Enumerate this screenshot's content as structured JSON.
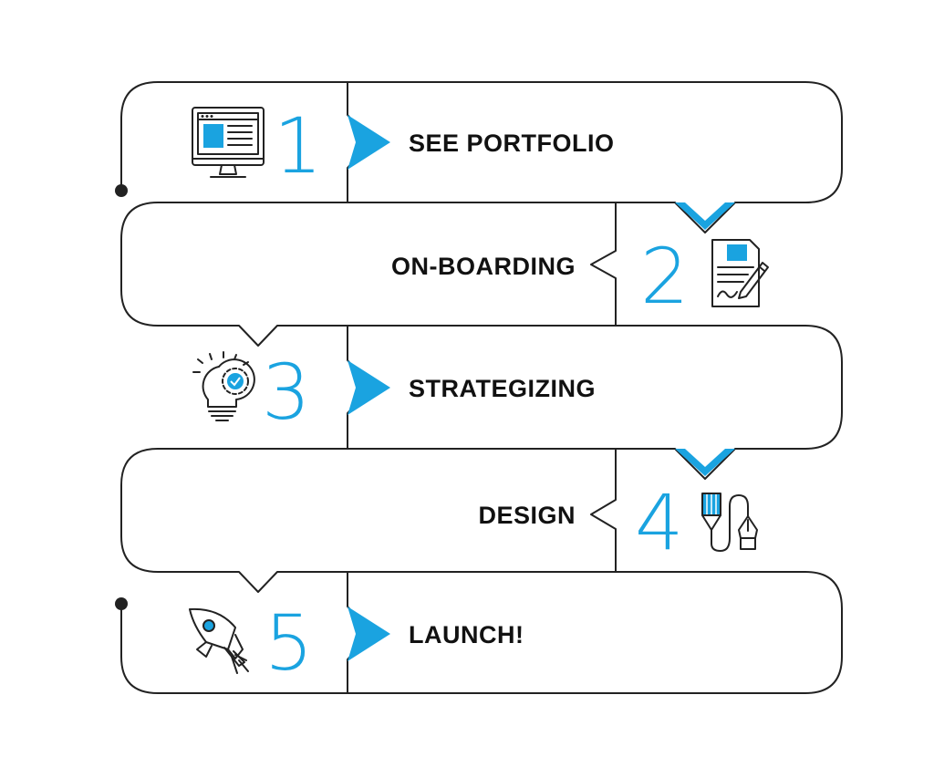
{
  "colors": {
    "accent": "#1aa3e0",
    "line": "#222222",
    "text": "#111111",
    "background": "#ffffff"
  },
  "steps": [
    {
      "number": "1",
      "label": "SEE PORTFOLIO",
      "icon": "web-page-monitor-icon"
    },
    {
      "number": "2",
      "label": "ON-BOARDING",
      "icon": "contract-document-pen-icon"
    },
    {
      "number": "3",
      "label": "STRATEGIZING",
      "icon": "lightbulb-gear-icon"
    },
    {
      "number": "4",
      "label": "DESIGN",
      "icon": "marker-pen-nib-icon"
    },
    {
      "number": "5",
      "label": "LAUNCH!",
      "icon": "rocket-icon"
    }
  ]
}
